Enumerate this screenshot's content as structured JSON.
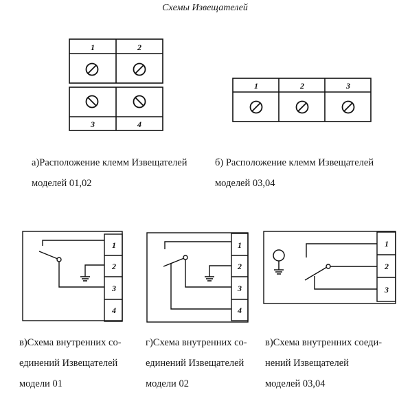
{
  "title": "Схемы Извещателей",
  "terminal_blocks": {
    "a": {
      "top_labels": [
        "1",
        "2"
      ],
      "bottom_labels": [
        "3",
        "4"
      ]
    },
    "b": {
      "labels": [
        "1",
        "2",
        "3"
      ]
    }
  },
  "captions": {
    "a": {
      "line1": "а)Расположение клемм Извещателей",
      "line2": "моделей 01,02"
    },
    "b": {
      "line1": "б) Расположение клемм Извещателей",
      "line2": "моделей 03,04"
    },
    "v1": {
      "line1": "в)Схема внутренних со-",
      "line2": "единений Извещателей",
      "line3": "модели 01"
    },
    "g": {
      "line1": "г)Схема внутренних со-",
      "line2": "единений Извещателей",
      "line3": "модели 02"
    },
    "v2": {
      "line1": "в)Схема внутренних соеди-",
      "line2": "нений Извещателей",
      "line3": "моделей 03,04"
    }
  },
  "schematics": {
    "model01": {
      "terminal_labels": [
        "1",
        "2",
        "3",
        "4"
      ]
    },
    "model02": {
      "terminal_labels": [
        "1",
        "2",
        "3",
        "4"
      ]
    },
    "model0304": {
      "terminal_labels": [
        "1",
        "2",
        "3"
      ]
    }
  }
}
